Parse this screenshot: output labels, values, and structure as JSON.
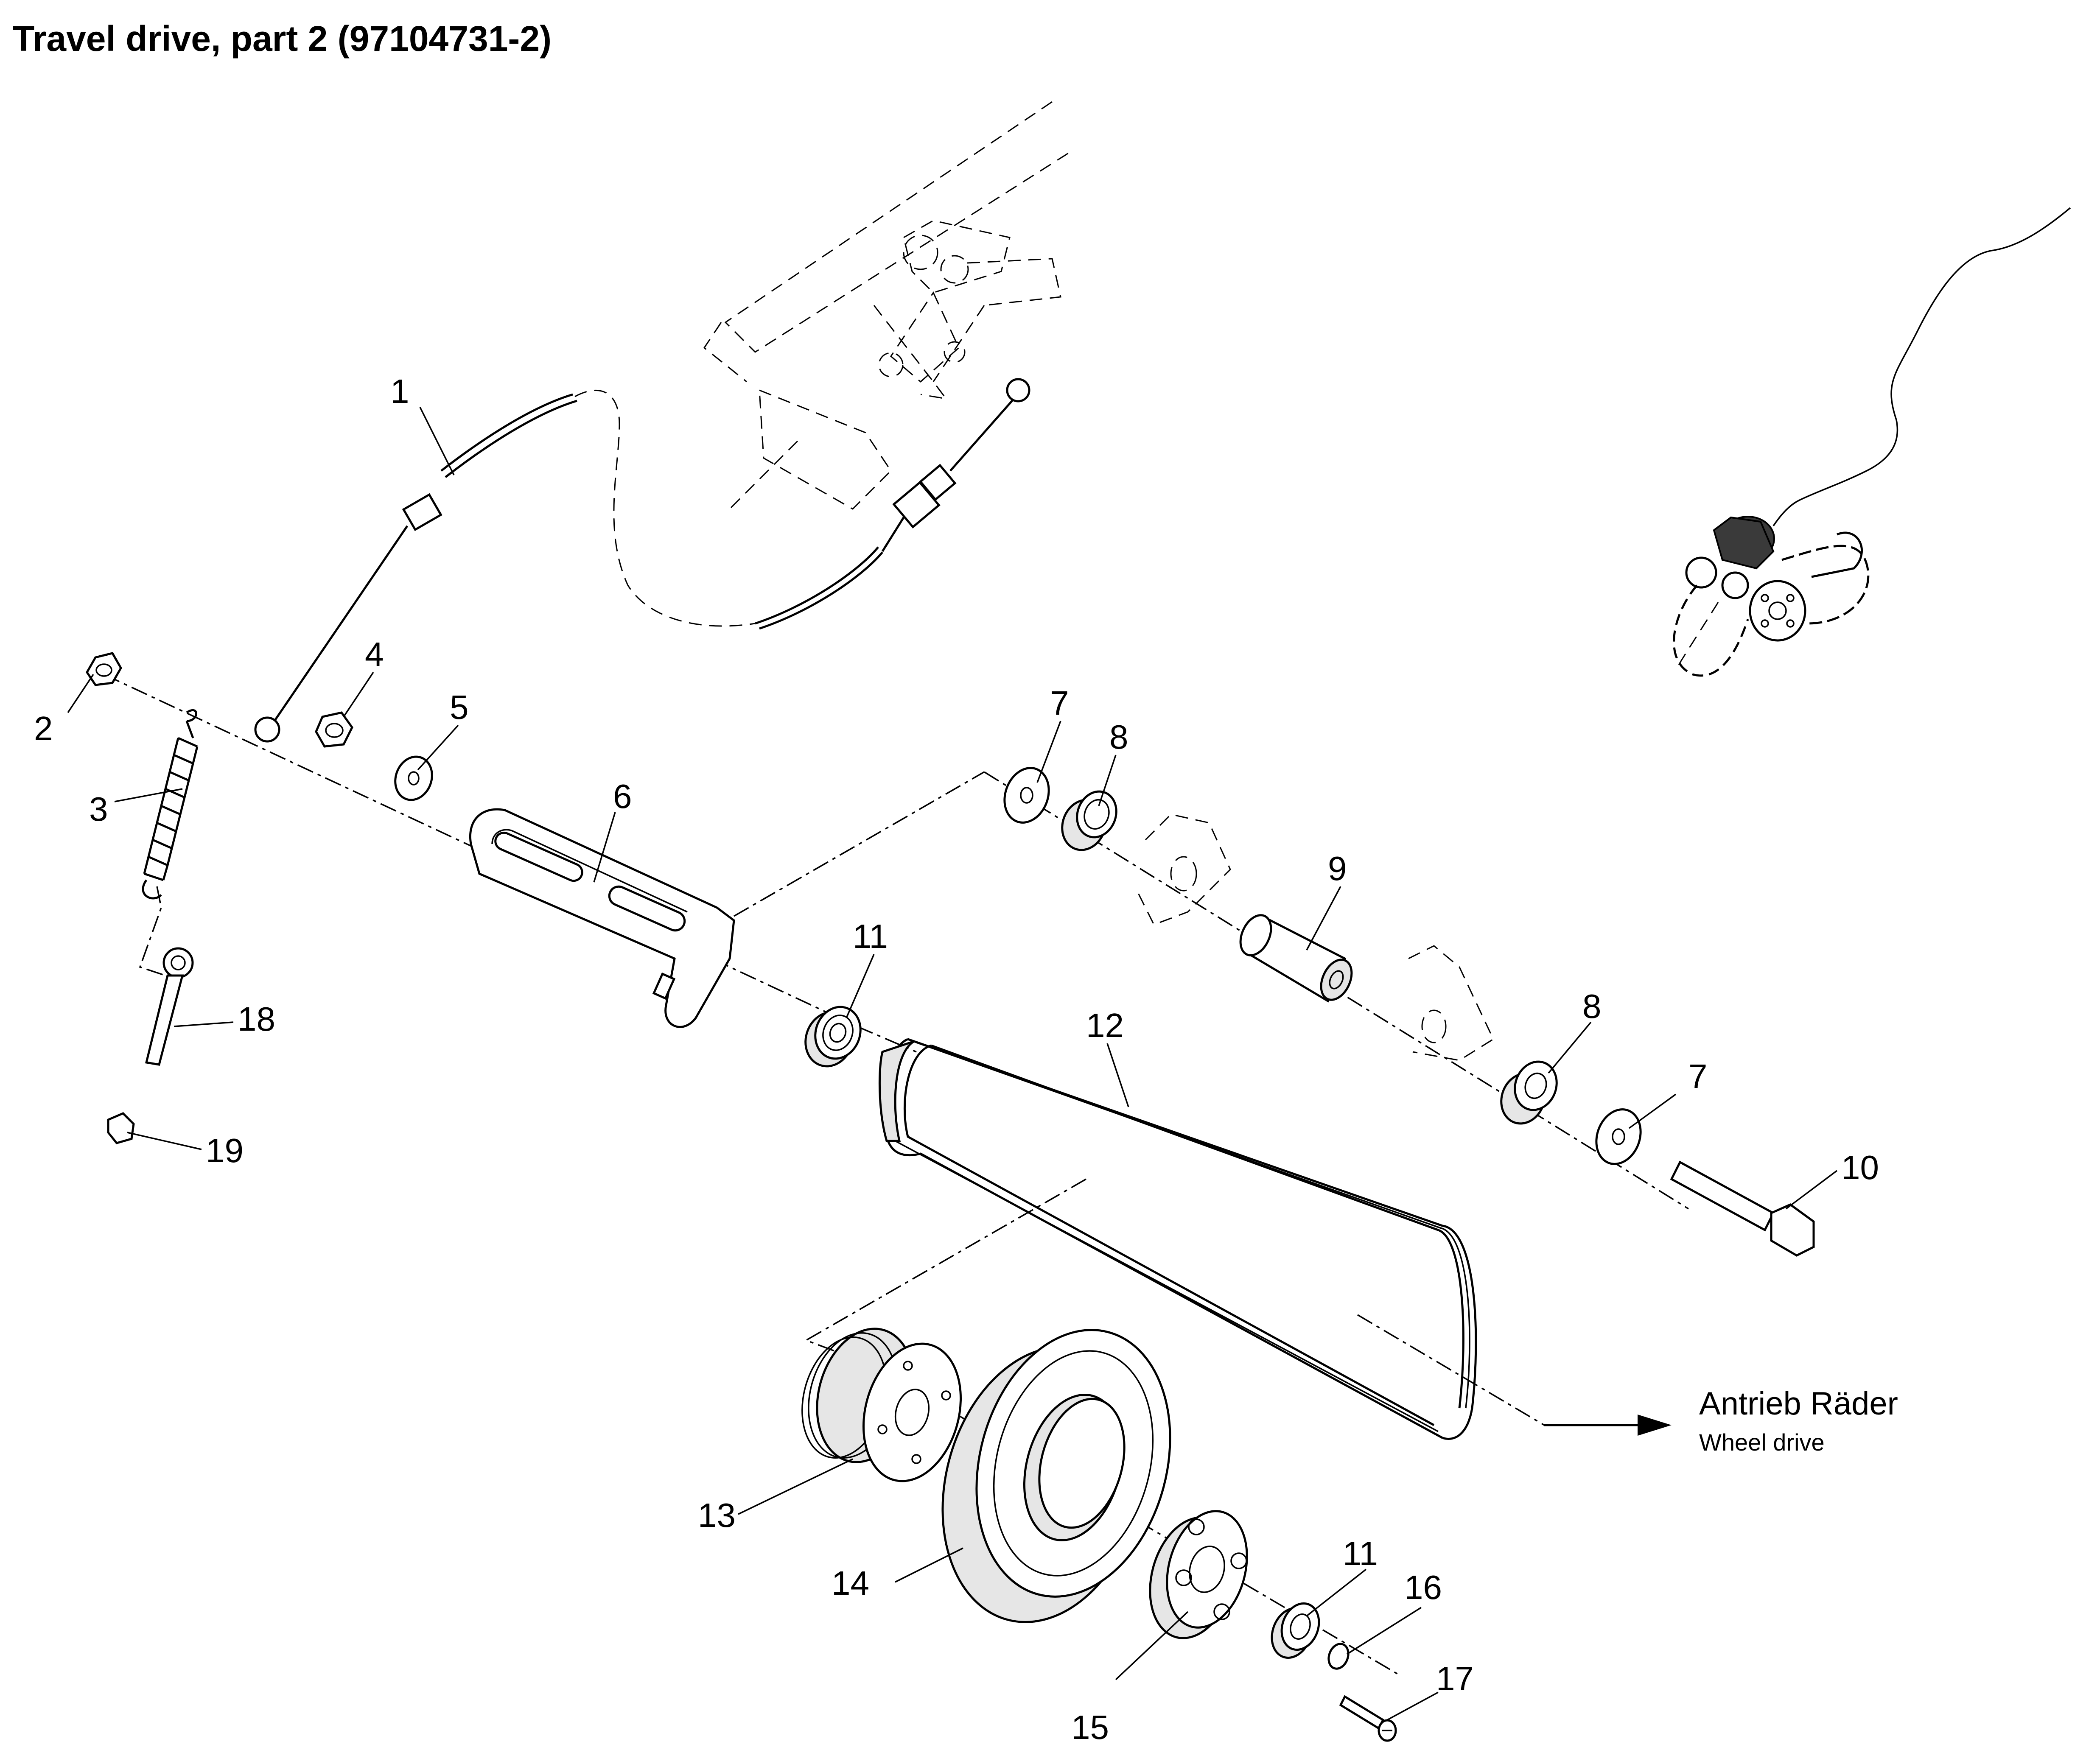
{
  "title": "Travel drive, part 2 (97104731-2)",
  "callouts": [
    "1",
    "2",
    "3",
    "4",
    "5",
    "6",
    "7",
    "8",
    "9",
    "11",
    "12",
    "8",
    "7",
    "10",
    "18",
    "19",
    "13",
    "14",
    "11",
    "16",
    "15",
    "17"
  ],
  "note": {
    "line1": "Antrieb Räder",
    "line2": "Wheel drive"
  }
}
